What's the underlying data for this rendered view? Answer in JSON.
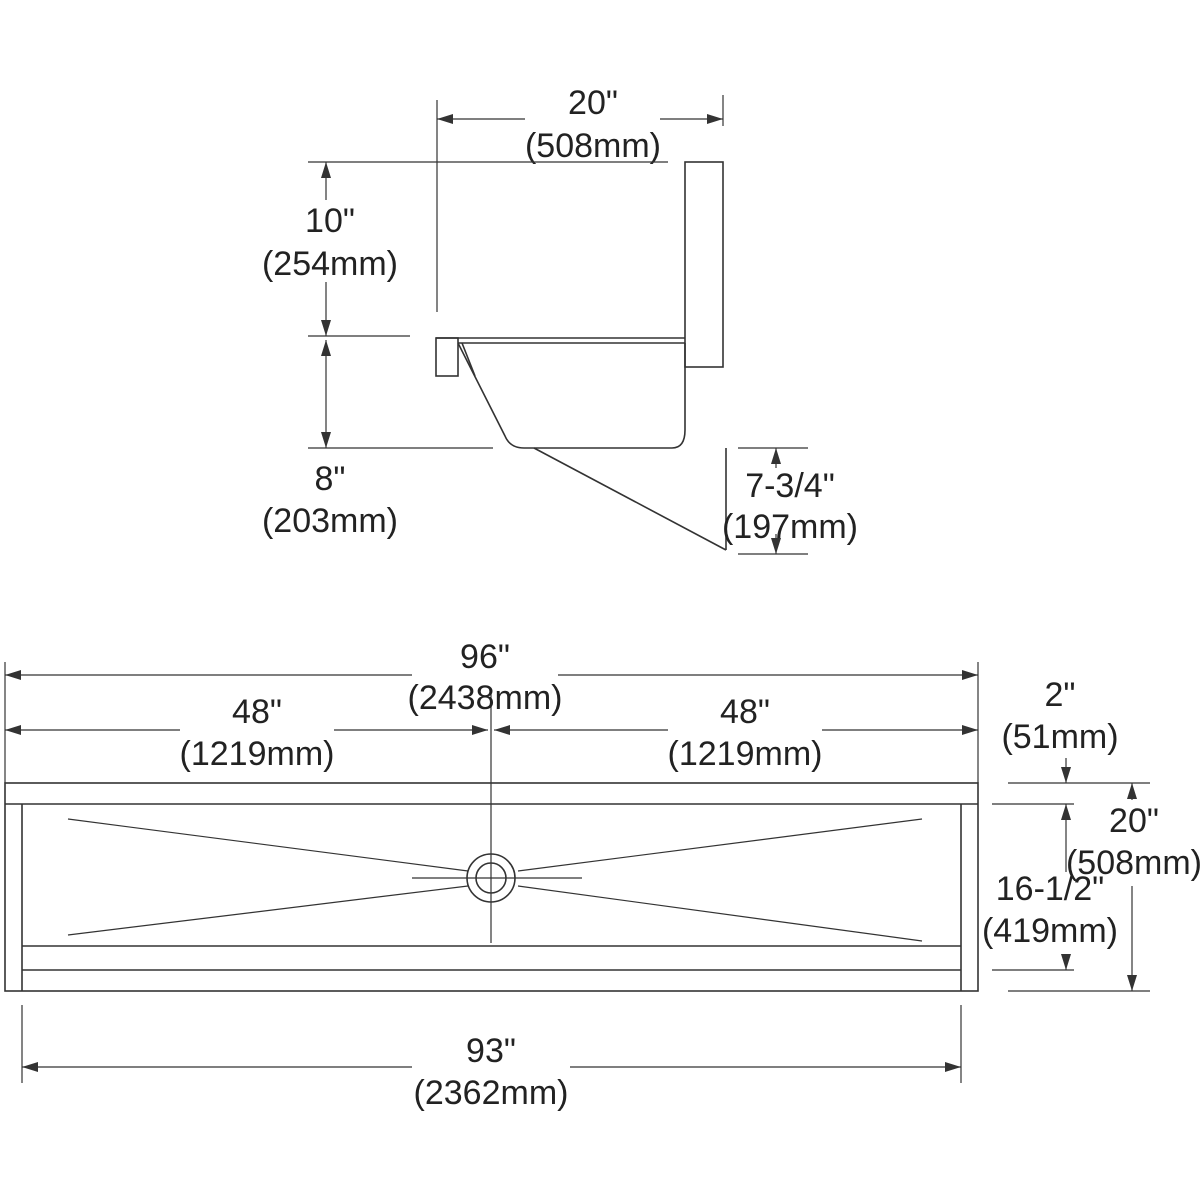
{
  "side_view": {
    "width": {
      "imperial": "20\"",
      "metric": "(508mm)"
    },
    "top_height": {
      "imperial": "10\"",
      "metric": "(254mm)"
    },
    "bowl_depth": {
      "imperial": "8\"",
      "metric": "(203mm)"
    },
    "bracket_height": {
      "imperial": "7-3/4\"",
      "metric": "(197mm)"
    }
  },
  "plan_view": {
    "overall_length": {
      "imperial": "96\"",
      "metric": "(2438mm)"
    },
    "left_half": {
      "imperial": "48\"",
      "metric": "(1219mm)"
    },
    "right_half": {
      "imperial": "48\"",
      "metric": "(1219mm)"
    },
    "backsplash": {
      "imperial": "2\"",
      "metric": "(51mm)"
    },
    "overall_depth": {
      "imperial": "20\"",
      "metric": "(508mm)"
    },
    "bowl_depth": {
      "imperial": "16-1/2\"",
      "metric": "(419mm)"
    },
    "bowl_length": {
      "imperial": "93\"",
      "metric": "(2362mm)"
    }
  },
  "colors": {
    "line": "#333333",
    "text": "#222222",
    "background": "#ffffff"
  }
}
